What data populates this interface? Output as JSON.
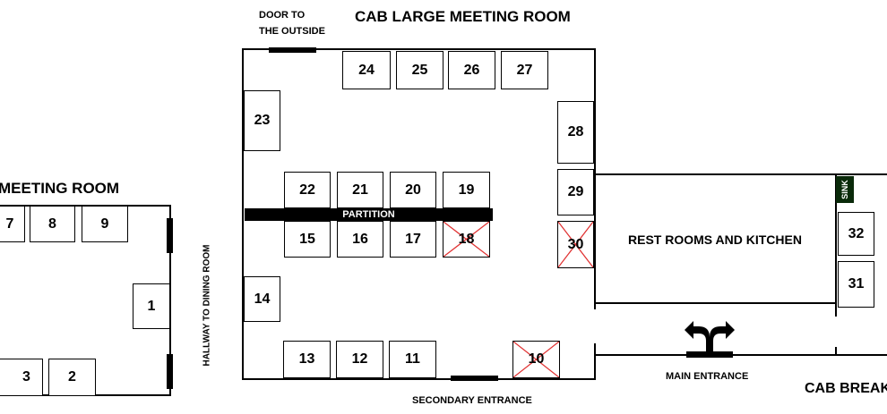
{
  "titles": {
    "large_room": "CAB LARGE MEETING ROOM",
    "small_room": "MEETING ROOM",
    "breakroom": "CAB BREAK"
  },
  "labels": {
    "door_outside_line1": "DOOR TO",
    "door_outside_line2": "THE OUTSIDE",
    "partition": "PARTITION",
    "restrooms": "REST ROOMS AND KITCHEN",
    "hallway": "HALLWAY TO DINING ROOM",
    "main_entrance": "MAIN ENTRANCE",
    "secondary_entrance": "SECONDARY ENTRANCE",
    "sink": "SINK",
    "partial_booth": "7"
  },
  "booths": {
    "b1": "1",
    "b2": "2",
    "b3": "3",
    "b8": "8",
    "b9": "9",
    "b10": "10",
    "b11": "11",
    "b12": "12",
    "b13": "13",
    "b14": "14",
    "b15": "15",
    "b16": "16",
    "b17": "17",
    "b18": "18",
    "b19": "19",
    "b20": "20",
    "b21": "21",
    "b22": "22",
    "b23": "23",
    "b24": "24",
    "b25": "25",
    "b26": "26",
    "b27": "27",
    "b28": "28",
    "b29": "29",
    "b30": "30",
    "b31": "31",
    "b32": "32"
  },
  "unavailable_booths": [
    "10",
    "18",
    "30"
  ],
  "colors": {
    "unavailable_x": "#e03030",
    "sink_bg": "#0a2a0a"
  },
  "icons": {
    "main_entrance": "split-arrow-icon"
  }
}
